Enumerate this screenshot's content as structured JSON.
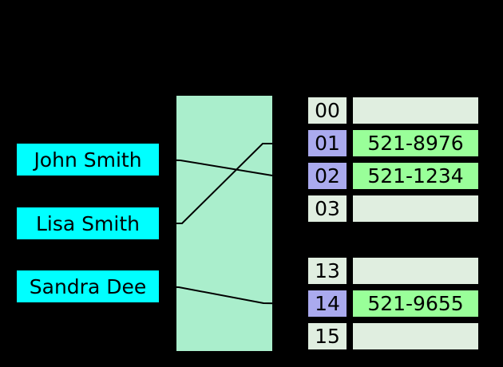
{
  "colors": {
    "background": "#000000",
    "key_box": "#00ffff",
    "hash_box": "#aaeecc",
    "filled_index": "#aaaaee",
    "filled_value": "#99ff99",
    "empty_cell": "#e0eee0",
    "line": "#000000",
    "text": "#000000"
  },
  "keys": [
    {
      "label": "John Smith"
    },
    {
      "label": "Lisa Smith"
    },
    {
      "label": "Sandra Dee"
    }
  ],
  "bucket_groups": [
    {
      "rows": [
        {
          "index": "00",
          "value": "",
          "state": "empty"
        },
        {
          "index": "01",
          "value": "521-8976",
          "state": "filled"
        },
        {
          "index": "02",
          "value": "521-1234",
          "state": "filled"
        },
        {
          "index": "03",
          "value": "",
          "state": "empty"
        }
      ]
    },
    {
      "rows": [
        {
          "index": "13",
          "value": "",
          "state": "empty"
        },
        {
          "index": "14",
          "value": "521-9655",
          "state": "filled"
        },
        {
          "index": "15",
          "value": "",
          "state": "empty"
        }
      ]
    }
  ],
  "mappings": [
    {
      "key": "John Smith",
      "bucket": "02"
    },
    {
      "key": "Lisa Smith",
      "bucket": "01"
    },
    {
      "key": "Sandra Dee",
      "bucket": "14"
    }
  ]
}
